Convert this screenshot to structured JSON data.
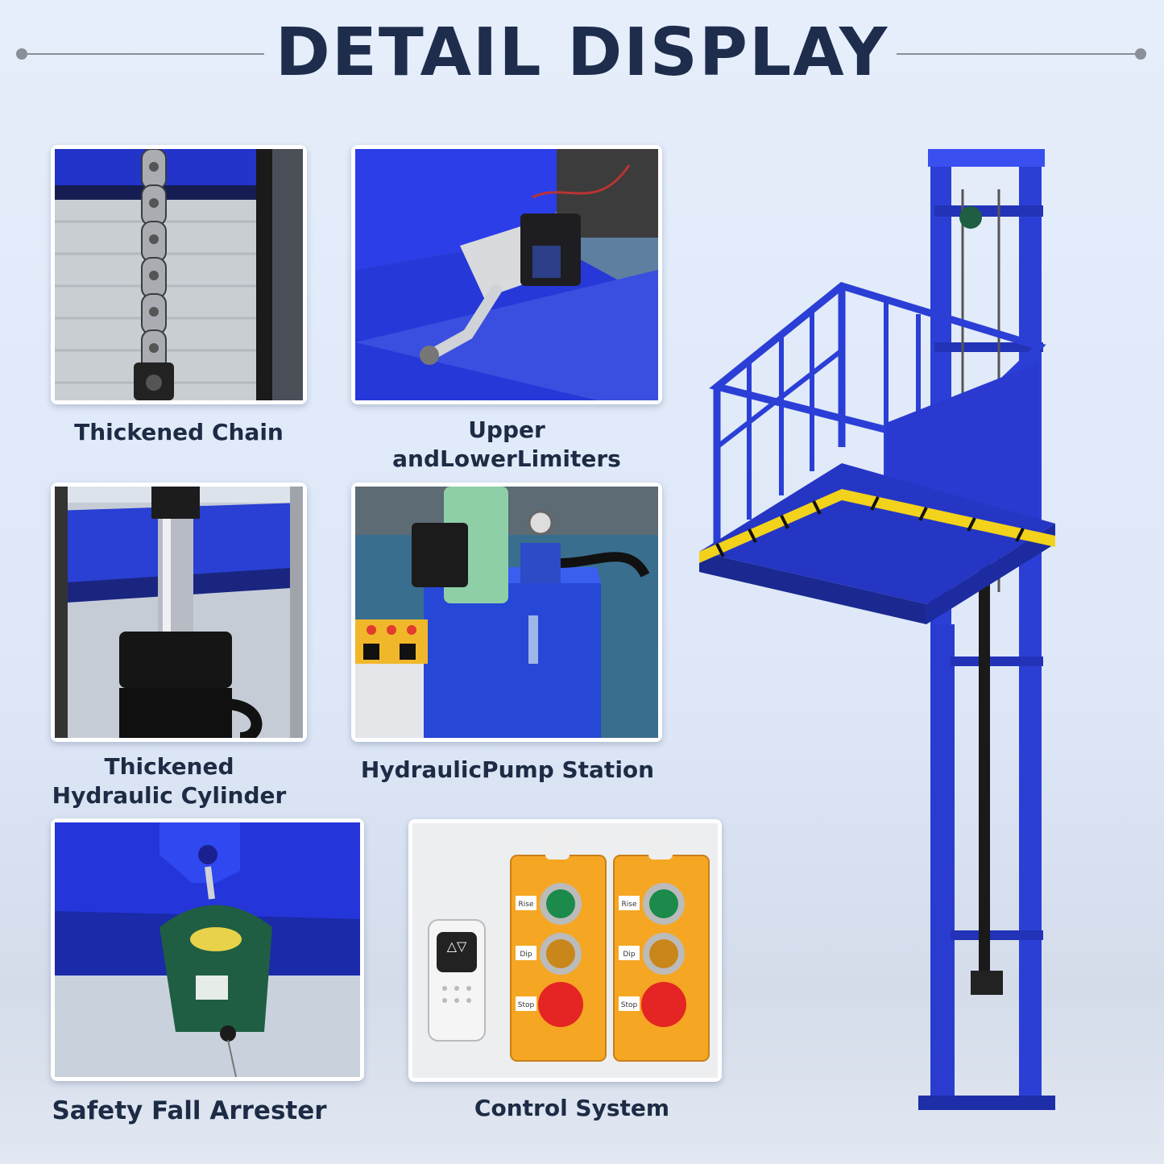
{
  "header": {
    "title": "DETAIL DISPLAY"
  },
  "features": [
    {
      "label": "Thickened Chain",
      "icon": "chain-photo"
    },
    {
      "label": "Upper andLowerLimiters",
      "icon": "limit-switch-photo"
    },
    {
      "label_line1": "Thickened",
      "label_line2": "Hydraulic Cylinder",
      "icon": "hydraulic-cylinder-photo"
    },
    {
      "label": "HydraulicPump Station",
      "icon": "pump-station-photo"
    },
    {
      "label": "Safety Fall Arrester",
      "icon": "fall-arrester-photo"
    },
    {
      "label": "Control System",
      "icon": "control-box-photo"
    }
  ],
  "control_box": {
    "rise": "Rise",
    "dip": "Dip",
    "stop": "Stop"
  },
  "colors": {
    "title": "#1f2d4d",
    "frame_blue": "#2b3fd6",
    "caution_yellow": "#f3d21b",
    "box_orange": "#f5a623"
  }
}
